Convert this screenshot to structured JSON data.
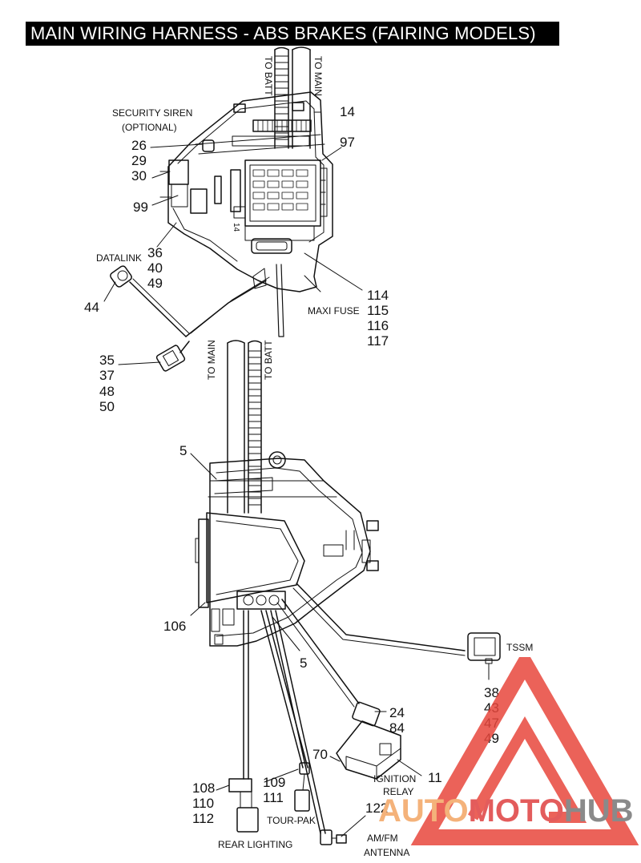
{
  "title": "MAIN WIRING HARNESS - ABS BRAKES (FAIRING MODELS)",
  "captions": {
    "to_batt_top": "TO BATT",
    "to_main_top": "TO MAIN",
    "security_siren_1": "SECURITY SIREN",
    "security_siren_2": "(OPTIONAL)",
    "datalink": "DATALINK",
    "maxi_fuse": "MAXI FUSE",
    "to_main_bottom": "TO MAIN",
    "to_batt_bottom": "TO BATT",
    "tssm": "TSSM",
    "ignition_relay_1": "IGNITION",
    "ignition_relay_2": "RELAY",
    "tour_pak": "TOUR-PAK",
    "rear_lighting": "REAR LIGHTING",
    "am_fm_1": "AM/FM",
    "am_fm_2": "ANTENNA",
    "fuse_box_mark": "14"
  },
  "callouts": {
    "c14": "14",
    "c97": "97",
    "c26": "26",
    "c29": "29",
    "c30": "30",
    "c99": "99",
    "c36": "36",
    "c40": "40",
    "c49a": "49",
    "c44": "44",
    "c114": "114",
    "c115": "115",
    "c116": "116",
    "c117": "117",
    "c35": "35",
    "c37": "37",
    "c48": "48",
    "c50": "50",
    "c5a": "5",
    "c106": "106",
    "c5b": "5",
    "c38": "38",
    "c43": "43",
    "c47": "47",
    "c49b": "49",
    "c24": "24",
    "c84": "84",
    "c70": "70",
    "c11": "11",
    "c108": "108",
    "c110": "110",
    "c112": "112",
    "c109": "109",
    "c111": "111",
    "c122": "122"
  },
  "watermark": {
    "brand_a": "AUTO",
    "brand_b": "MOTO",
    "brand_c": "HUB",
    "colors": {
      "auto": "#f4b27a",
      "moto": "#e35c5c",
      "hub": "#8a8a8a",
      "triangle": "#e8463c"
    }
  }
}
